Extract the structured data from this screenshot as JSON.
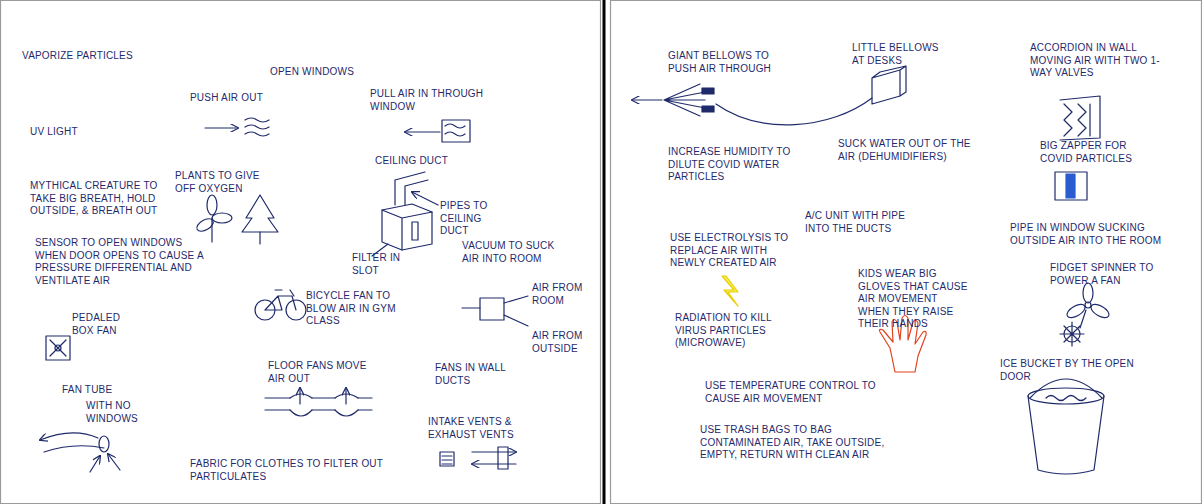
{
  "diagram": {
    "labels": [
      "VAPORIZE PARTICLES",
      "OPEN WINDOWS",
      "PUSH AIR OUT",
      "PULL AIR IN THROUGH WINDOW",
      "UV LIGHT",
      "MYTHICAL CREATURE TO TAKE BIG BREATH, HOLD OUTSIDE, & BREATH OUT",
      "PLANTS TO GIVE OFF OXYGEN",
      "CEILING DUCT",
      "PIPES TO CEILING DUCT",
      "FILTER IN SLOT",
      "SENSOR TO OPEN WINDOWS WHEN DOOR OPENS TO CAUSE A PRESSURE DIFFERENTIAL AND VENTILATE AIR",
      "VACUUM TO SUCK AIR INTO ROOM",
      "AIR FROM ROOM",
      "AIR FROM OUTSIDE",
      "BICYCLE FAN TO BLOW AIR IN GYM CLASS",
      "PEDALED BOX FAN",
      "FLOOR FANS MOVE AIR OUT",
      "FANS IN WALL DUCTS",
      "FAN TUBE",
      "WITH NO WINDOWS",
      "INTAKE VENTS & EXHAUST VENTS",
      "FABRIC FOR CLOTHES TO FILTER OUT PARTICULATES",
      "GIANT BELLOWS TO PUSH AIR THROUGH",
      "LITTLE BELLOWS AT DESKS",
      "ACCORDION IN WALL MOVING AIR WITH TWO 1-WAY VALVES",
      "INCREASE HUMIDITY TO DILUTE COVID WATER PARTICLES",
      "SUCK WATER OUT OF THE AIR (DEHUMIDIFIERS)",
      "BIG ZAPPER FOR COVID PARTICLES",
      "USE ELECTROLYSIS TO REPLACE AIR WITH NEWLY CREATED AIR",
      "A/C UNIT WITH PIPE INTO THE DUCTS",
      "PIPE IN WINDOW SUCKING OUTSIDE AIR INTO THE ROOM",
      "KIDS WEAR BIG GLOVES THAT CAUSE AIR MOVEMENT WHEN THEY RAISE THEIR HANDS",
      "FIDGET SPINNER TO POWER A FAN",
      "RADIATION TO KILL VIRUS PARTICLES (MICROWAVE)",
      "ICE BUCKET BY THE OPEN DOOR",
      "USE TEMPERATURE CONTROL TO CAUSE AIR MOVEMENT",
      "USE TRASH BAGS TO BAG CONTAMINATED AIR, TAKE OUTSIDE, EMPTY, RETURN WITH CLEAN AIR"
    ]
  }
}
